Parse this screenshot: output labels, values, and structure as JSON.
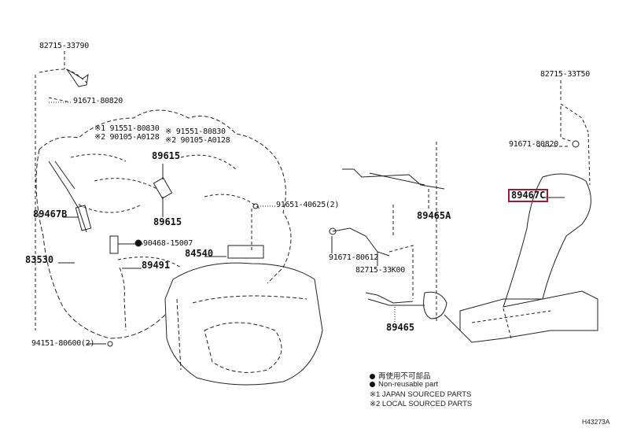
{
  "labels": {
    "sensor_bracket_left": "82715-33790",
    "bolt_left_top": "91671-80820",
    "bolt_a_jp": "※1 91551-80830",
    "bolt_a_local": "※2 90105-A0128",
    "bolt_b_jp": "※ 91551-80830",
    "bolt_b_local": "※2 90105-A0128",
    "knock_sensor_upper": "89615",
    "bolt_91651": "91651-40625(2)",
    "oxygen_sensor_b": "89467B",
    "knock_sensor_lower": "89615",
    "gasket_90468": "90468-15007",
    "switch_84540": "84540",
    "sensor_83530": "83530",
    "sensor_89491": "89491",
    "bolt_94151": "94151-80600(2)",
    "bracket_right": "82715-33T50",
    "bolt_right": "91671-80820",
    "oxygen_sensor_c": "89467C",
    "oxygen_sensor_a": "89465A",
    "bolt_80612": "91671-80612",
    "bracket_33k00": "82715-33K00",
    "oxygen_sensor": "89465"
  },
  "legend": {
    "non_reusable_jp": "再使用不可部品",
    "non_reusable_en": "Non-reusable part",
    "japan_sourced": "※1 JAPAN SOURCED PARTS",
    "local_sourced": "※2 LOCAL SOURCED PARTS"
  },
  "diagram_code": "H43273A",
  "highlight_color": "#9b1a3e"
}
